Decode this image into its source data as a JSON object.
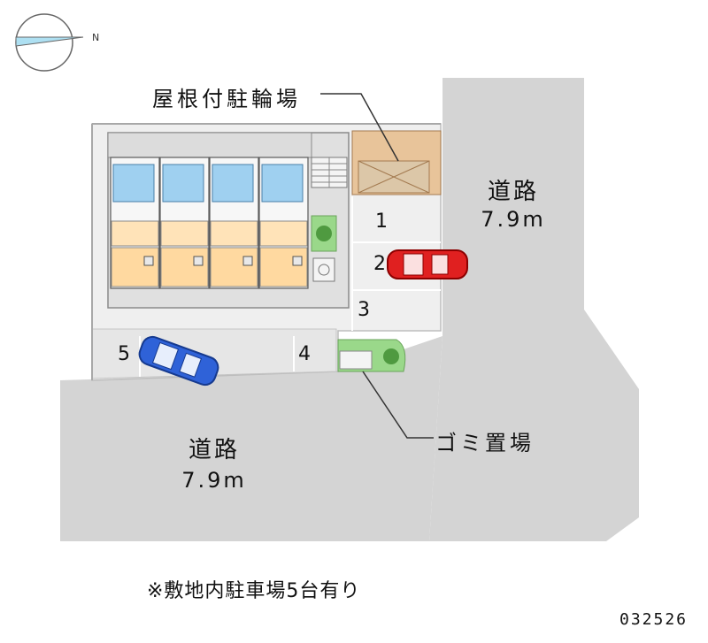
{
  "compass": {
    "north_label": "N",
    "icon": "compass-rose-icon"
  },
  "roads": [
    {
      "name": "道路",
      "width": "7.9m"
    },
    {
      "name": "道路",
      "width": "7.9m"
    }
  ],
  "callouts": {
    "bicycle_parking": "屋根付駐輪場",
    "garbage_area": "ゴミ置場"
  },
  "parking_slots": [
    "1",
    "2",
    "3",
    "4",
    "5"
  ],
  "cars": [
    {
      "slot": "2",
      "color": "#e02020"
    },
    {
      "slot": "5",
      "color": "#2f62d8"
    }
  ],
  "footer": {
    "note": "※敷地内駐車場5台有り",
    "property_id": "032526"
  },
  "colors": {
    "road": "#d4d4d4",
    "lot": "#efefef",
    "building": "#dcdcdc",
    "unit_floor": "#ffdca8",
    "bath_blue": "#9fd0f0",
    "greenery": "#7fcf6f",
    "bike_roof": "#e8c49a"
  }
}
